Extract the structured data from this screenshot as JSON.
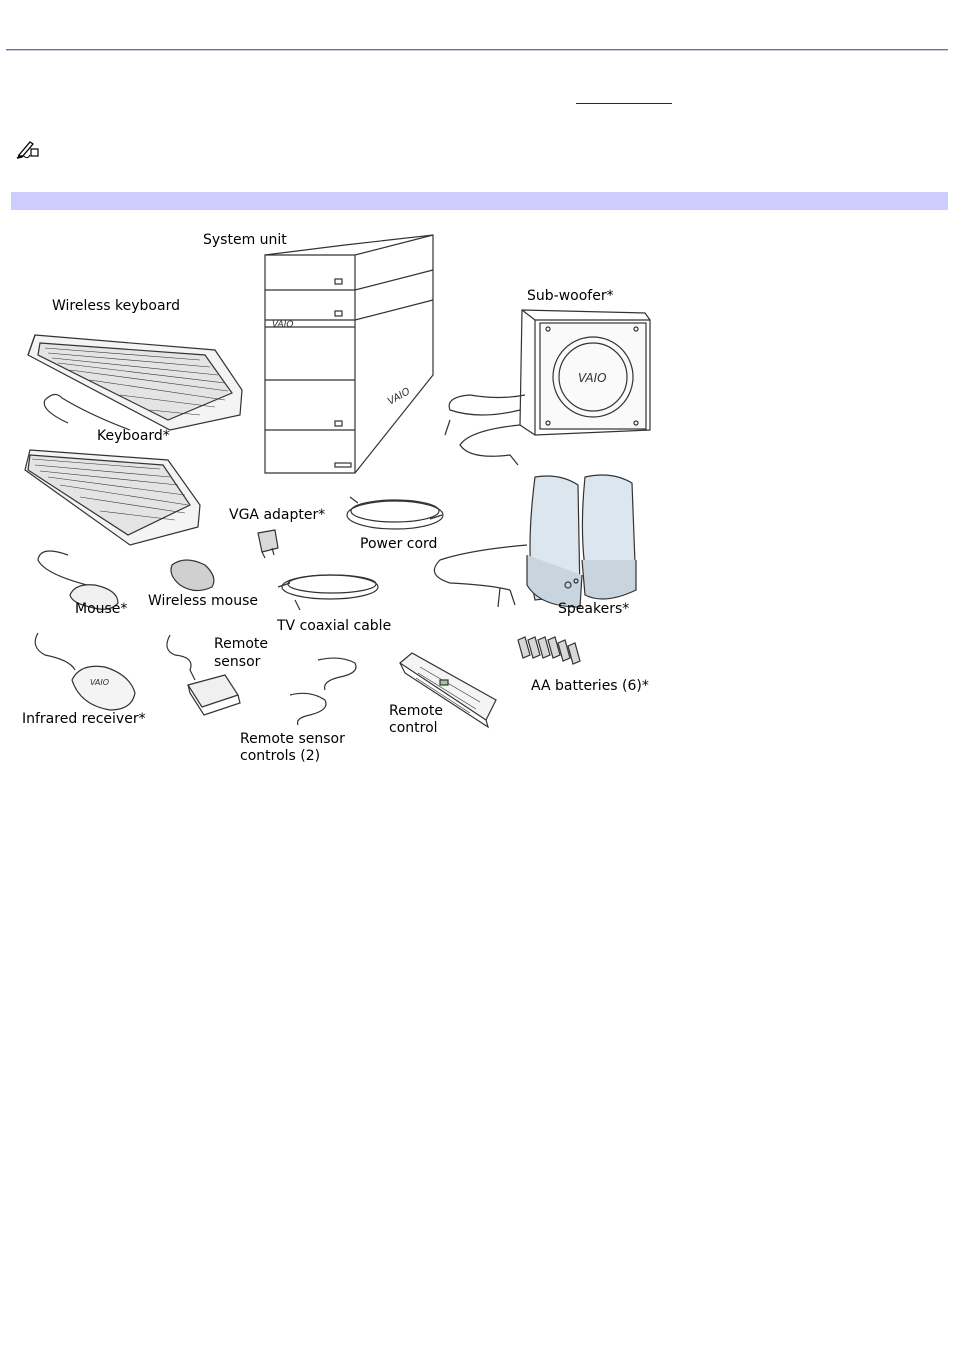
{
  "figure": {
    "labels": {
      "system_unit": "System unit",
      "wireless_keyboard": "Wireless keyboard",
      "sub_woofer": "Sub-woofer*",
      "keyboard": "Keyboard*",
      "vga_adapter": "VGA adapter*",
      "power_cord": "Power cord",
      "mouse": "Mouse*",
      "wireless_mouse": "Wireless mouse",
      "tv_coaxial_cable": "TV coaxial cable",
      "speakers": "Speakers*",
      "remote_sensor_line1": "Remote",
      "remote_sensor_line2": "sensor",
      "aa_batteries": "AA batteries (6)*",
      "infrared_receiver": "Infrared receiver*",
      "remote_control_line1": "Remote",
      "remote_control_line2": "control",
      "remote_sensor_controls_line1": "Remote sensor",
      "remote_sensor_controls_line2": "controls (2)"
    },
    "logo_text": "VAIO"
  },
  "colors": {
    "rule": "#6b6baa",
    "section_bar": "#ccccff",
    "link": "#1a1aa0",
    "line_art": "#333333",
    "fill_gray": "#d8d8d8",
    "speaker_blue": "#dce6ee"
  },
  "icons": {
    "note": "note-pencil-icon"
  }
}
